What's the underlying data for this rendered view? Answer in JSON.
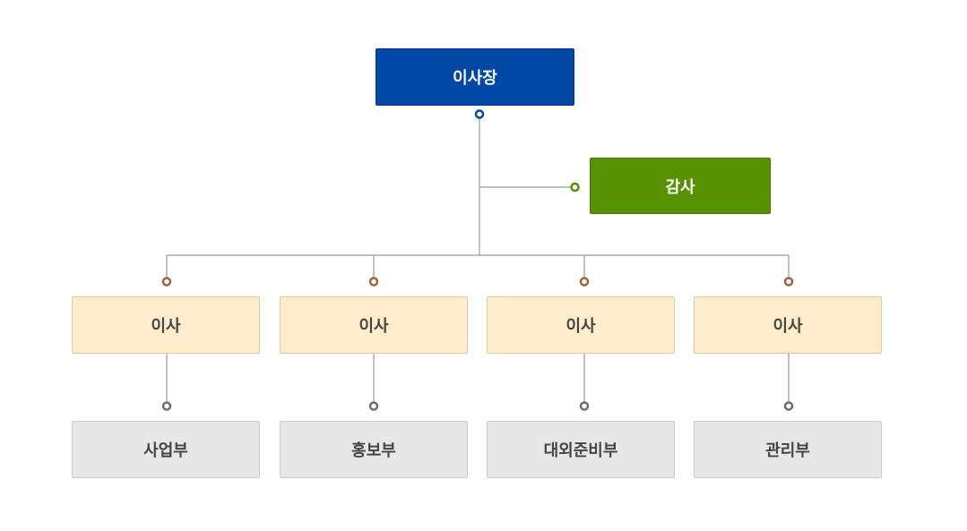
{
  "chairman": {
    "label": "이사장"
  },
  "auditor": {
    "label": "감사"
  },
  "directors": [
    {
      "label": "이사"
    },
    {
      "label": "이사"
    },
    {
      "label": "이사"
    },
    {
      "label": "이사"
    }
  ],
  "departments": [
    {
      "label": "사업부"
    },
    {
      "label": "홍보부"
    },
    {
      "label": "대외준비부"
    },
    {
      "label": "관리부"
    }
  ],
  "colors": {
    "chairman_bg": "#0047a6",
    "auditor_bg": "#559100",
    "director_bg": "#ffeccc",
    "department_bg": "#e7e7e7",
    "line": "#9a9a9a",
    "director_dot": "#a0623c",
    "department_dot": "#6e6e6e"
  }
}
